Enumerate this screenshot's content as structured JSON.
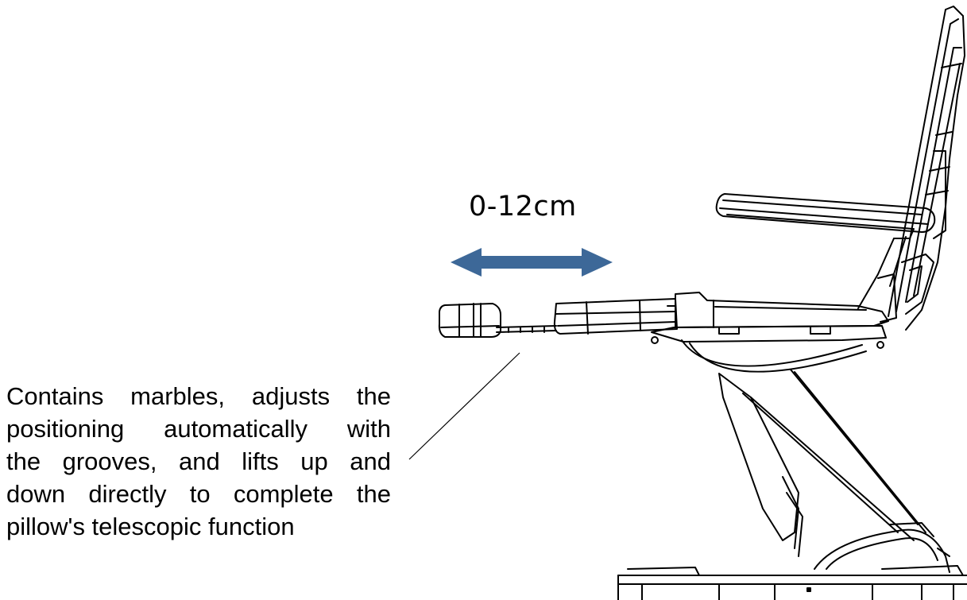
{
  "diagram": {
    "range_label": "0-12cm",
    "caption_lines": [
      "Contains marbles, adjusts the",
      "positioning automatically with",
      "the grooves, and lifts up and",
      "down directly to complete the",
      "pillow's telescopic function"
    ],
    "colors": {
      "arrow": "#3d6898",
      "line_art": "#000000",
      "background": "#ffffff"
    },
    "icons": [
      "double-arrow-icon"
    ]
  }
}
